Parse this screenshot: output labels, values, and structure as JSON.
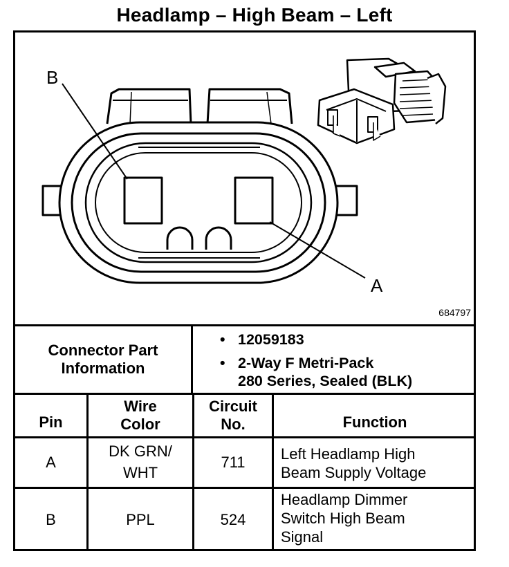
{
  "title": "Headlamp – High Beam – Left",
  "figure_ref": "684797",
  "pin_labels": {
    "b": "B",
    "a": "A"
  },
  "connector_info": {
    "label_line1": "Connector Part",
    "label_line2": "Information",
    "bullet": "•",
    "part_number": "12059183",
    "desc_line1": "2-Way F Metri-Pack",
    "desc_line2": "280 Series, Sealed (BLK)"
  },
  "table": {
    "headers": {
      "pin": "Pin",
      "wire_line1": "Wire",
      "wire_line2": "Color",
      "circuit_line1": "Circuit",
      "circuit_line2": "No.",
      "function": "Function"
    },
    "rows": [
      {
        "pin": "A",
        "wire_line1": "DK GRN/",
        "wire_line2": "WHT",
        "circuit": "711",
        "function_lines": [
          "Left Headlamp High",
          "Beam Supply Voltage",
          ""
        ]
      },
      {
        "pin": "B",
        "wire_line1": "PPL",
        "wire_line2": "",
        "circuit": "524",
        "function_lines": [
          "Headlamp Dimmer",
          "Switch High Beam",
          "Signal"
        ]
      }
    ]
  }
}
